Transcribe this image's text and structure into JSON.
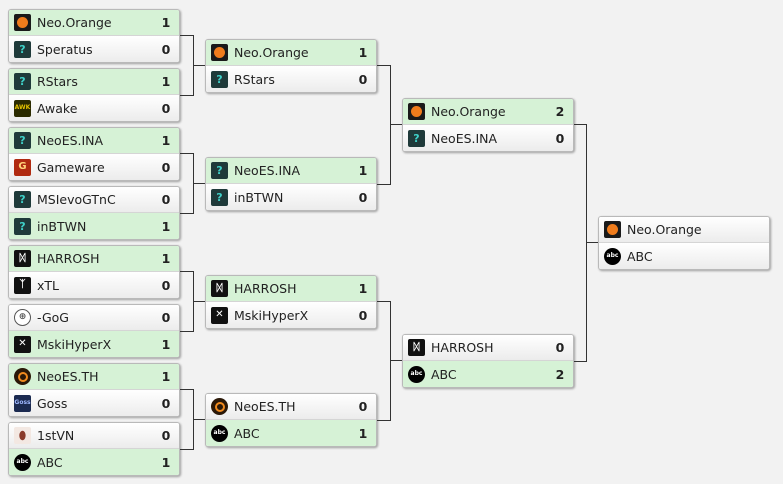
{
  "rounds": [
    {
      "name": "",
      "matches": [
        {
          "teams": [
            {
              "name": "Neo.Orange",
              "score": "1",
              "win": true,
              "icon": "orange-icon"
            },
            {
              "name": "Speratus",
              "score": "0",
              "win": false,
              "icon": "unknown-team-icon"
            }
          ]
        },
        {
          "teams": [
            {
              "name": "RStars",
              "score": "1",
              "win": true,
              "icon": "unknown-team-icon"
            },
            {
              "name": "Awake",
              "score": "0",
              "win": false,
              "icon": "awake-icon"
            }
          ]
        },
        {
          "teams": [
            {
              "name": "NeoES.INA",
              "score": "1",
              "win": true,
              "icon": "unknown-team-icon"
            },
            {
              "name": "Gameware",
              "score": "0",
              "win": false,
              "icon": "gameware-icon"
            }
          ]
        },
        {
          "teams": [
            {
              "name": "MSIevoGTnC",
              "score": "0",
              "win": false,
              "icon": "unknown-team-icon"
            },
            {
              "name": "inBTWN",
              "score": "1",
              "win": true,
              "icon": "unknown-team-icon"
            }
          ]
        },
        {
          "teams": [
            {
              "name": "HARROSH",
              "score": "1",
              "win": true,
              "icon": "harrosh-icon"
            },
            {
              "name": "xTL",
              "score": "0",
              "win": false,
              "icon": "xtl-icon"
            }
          ]
        },
        {
          "teams": [
            {
              "name": "-GoG",
              "score": "0",
              "win": false,
              "icon": "gog-icon"
            },
            {
              "name": "MskiHyperX",
              "score": "1",
              "win": true,
              "icon": "hyperx-icon"
            }
          ]
        },
        {
          "teams": [
            {
              "name": "NeoES.TH",
              "score": "1",
              "win": true,
              "icon": "neoes-th-icon"
            },
            {
              "name": "Goss",
              "score": "0",
              "win": false,
              "icon": "goss-icon"
            }
          ]
        },
        {
          "teams": [
            {
              "name": "1stVN",
              "score": "0",
              "win": false,
              "icon": "football-icon"
            },
            {
              "name": "ABC",
              "score": "1",
              "win": true,
              "icon": "abc-icon"
            }
          ]
        }
      ]
    },
    {
      "name": "",
      "matches": [
        {
          "teams": [
            {
              "name": "Neo.Orange",
              "score": "1",
              "win": true,
              "icon": "orange-icon"
            },
            {
              "name": "RStars",
              "score": "0",
              "win": false,
              "icon": "unknown-team-icon"
            }
          ]
        },
        {
          "teams": [
            {
              "name": "NeoES.INA",
              "score": "1",
              "win": true,
              "icon": "unknown-team-icon"
            },
            {
              "name": "inBTWN",
              "score": "0",
              "win": false,
              "icon": "unknown-team-icon"
            }
          ]
        },
        {
          "teams": [
            {
              "name": "HARROSH",
              "score": "1",
              "win": true,
              "icon": "harrosh-icon"
            },
            {
              "name": "MskiHyperX",
              "score": "0",
              "win": false,
              "icon": "hyperx-icon"
            }
          ]
        },
        {
          "teams": [
            {
              "name": "NeoES.TH",
              "score": "0",
              "win": false,
              "icon": "neoes-th-icon"
            },
            {
              "name": "ABC",
              "score": "1",
              "win": true,
              "icon": "abc-icon"
            }
          ]
        }
      ]
    },
    {
      "name": "",
      "matches": [
        {
          "teams": [
            {
              "name": "Neo.Orange",
              "score": "2",
              "win": true,
              "icon": "orange-icon"
            },
            {
              "name": "NeoES.INA",
              "score": "0",
              "win": false,
              "icon": "unknown-team-icon"
            }
          ]
        },
        {
          "teams": [
            {
              "name": "HARROSH",
              "score": "0",
              "win": false,
              "icon": "harrosh-icon"
            },
            {
              "name": "ABC",
              "score": "2",
              "win": true,
              "icon": "abc-icon"
            }
          ]
        }
      ]
    },
    {
      "name": "",
      "matches": [
        {
          "teams": [
            {
              "name": "Neo.Orange",
              "score": "",
              "win": false,
              "icon": "orange-icon"
            },
            {
              "name": "ABC",
              "score": "",
              "win": false,
              "icon": "abc-icon"
            }
          ]
        }
      ]
    }
  ],
  "icon_glyphs": {
    "unknown-team-icon": "?",
    "awake-icon": "AWK",
    "gameware-icon": "G",
    "harrosh-icon": "ᛞ",
    "xtl-icon": "ᛉ",
    "gog-icon": "⊕",
    "hyperx-icon": "✕",
    "goss-icon": "Goss",
    "football-icon": "⬮",
    "abc-icon": "abc"
  },
  "colors": {
    "winner_row": "#d6f2d6",
    "background": "#f2f2f2",
    "connector": "#333333"
  }
}
